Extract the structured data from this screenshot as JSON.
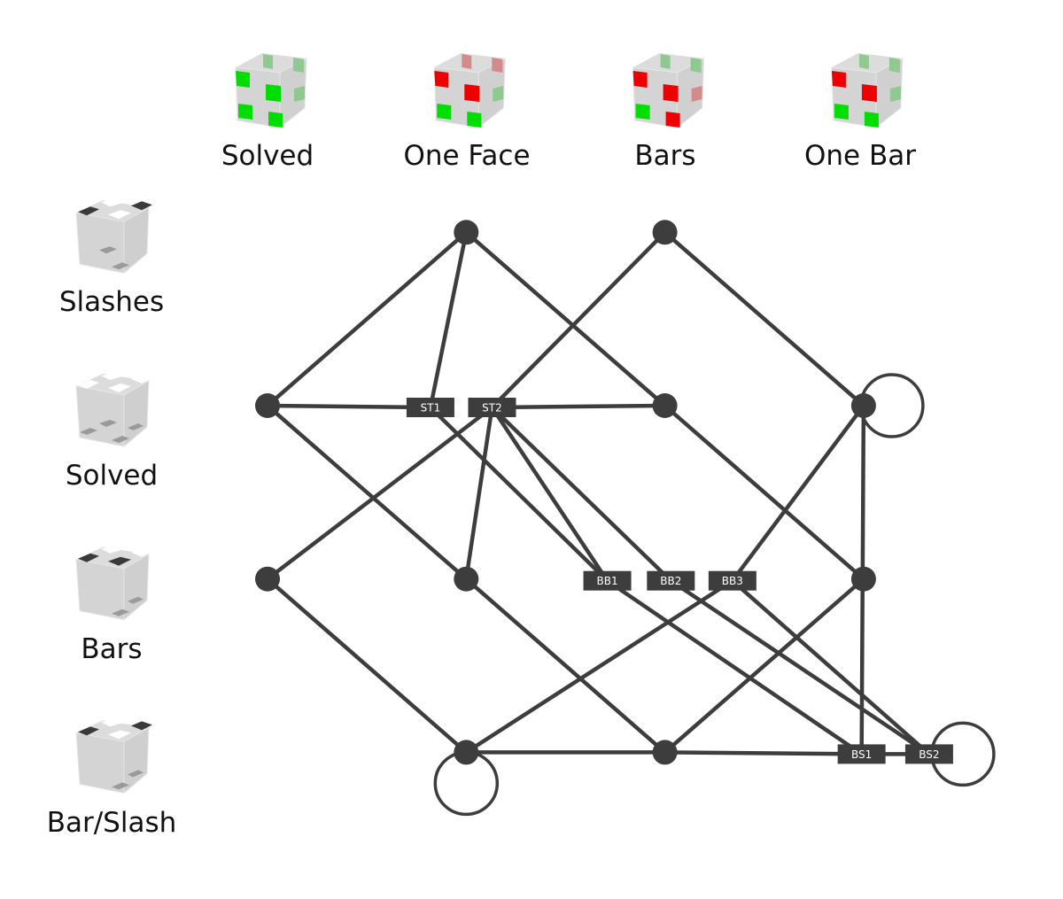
{
  "columns": [
    {
      "id": "c0",
      "label": "Solved",
      "stickers": {
        "front": [
          "green",
          "green",
          "green",
          "green"
        ],
        "side": [
          "ltgreen",
          "ltgreen",
          "ltgreen"
        ]
      }
    },
    {
      "id": "c1",
      "label": "One Face",
      "stickers": {
        "front": [
          "red",
          "red",
          "green",
          "green"
        ],
        "side": [
          "ltred",
          "ltred",
          "ltgreen"
        ]
      }
    },
    {
      "id": "c2",
      "label": "Bars",
      "stickers": {
        "front": [
          "red",
          "red",
          "green",
          "red"
        ],
        "side": [
          "ltgreen",
          "ltgreen",
          "ltred"
        ]
      }
    },
    {
      "id": "c3",
      "label": "One Bar",
      "stickers": {
        "front": [
          "red",
          "red",
          "green",
          "green"
        ],
        "side": [
          "ltgreen",
          "ltgreen",
          "ltgreen"
        ]
      }
    }
  ],
  "rows": [
    {
      "id": "r0",
      "label": "Slashes",
      "stickers": {
        "top": [
          "white",
          "dark",
          "dark",
          "white"
        ],
        "bottom": [
          "gray",
          "none",
          "gray"
        ]
      }
    },
    {
      "id": "r1",
      "label": "Solved",
      "stickers": {
        "top": [
          "white",
          "white",
          "white",
          "white"
        ],
        "bottom": [
          "gray",
          "gray",
          "gray",
          "gray"
        ]
      }
    },
    {
      "id": "r2",
      "label": "Bars",
      "stickers": {
        "top": [
          "white",
          "dark",
          "white",
          "dark"
        ],
        "bottom": [
          "none",
          "gray",
          "gray"
        ]
      }
    },
    {
      "id": "r3",
      "label": "Bar/Slash",
      "stickers": {
        "top": [
          "white",
          "dark",
          "dark",
          "white"
        ],
        "bottom": [
          "none",
          "gray",
          "gray"
        ]
      }
    }
  ],
  "sticker_colors": {
    "green": "#00dd00",
    "red": "#ee0000",
    "ltgreen": "#8fc98f",
    "ltred": "#d48a8a",
    "white": "#ffffff",
    "dark": "#3a3a3a",
    "gray": "#9a9a9a",
    "cube": "#d4d4d4"
  },
  "graph": {
    "color": "#3d3d3d",
    "nodes": [
      {
        "id": "n-c1-r0",
        "col": 1,
        "row": 0
      },
      {
        "id": "n-c2-r0",
        "col": 2,
        "row": 0
      },
      {
        "id": "n-c0-r1",
        "col": 0,
        "row": 1
      },
      {
        "id": "n-c2-r1",
        "col": 2,
        "row": 1
      },
      {
        "id": "n-c3-r1",
        "col": 3,
        "row": 1,
        "self_loop": "right"
      },
      {
        "id": "n-c0-r2",
        "col": 0,
        "row": 2
      },
      {
        "id": "n-c1-r2",
        "col": 1,
        "row": 2
      },
      {
        "id": "n-c3-r2",
        "col": 3,
        "row": 2
      },
      {
        "id": "n-c1-r3",
        "col": 1,
        "row": 3,
        "self_loop": "below"
      },
      {
        "id": "n-c2-r3",
        "col": 2,
        "row": 3
      }
    ],
    "labeled_nodes": [
      {
        "id": "ST1",
        "label": "ST1",
        "col": 0.82,
        "row": 1
      },
      {
        "id": "ST2",
        "label": "ST2",
        "col": 1.13,
        "row": 1
      },
      {
        "id": "BB1",
        "label": "BB1",
        "col": 1.71,
        "row": 2
      },
      {
        "id": "BB2",
        "label": "BB2",
        "col": 2.03,
        "row": 2
      },
      {
        "id": "BB3",
        "label": "BB3",
        "col": 2.34,
        "row": 2
      },
      {
        "id": "BS1",
        "label": "BS1",
        "col": 2.99,
        "row": 3
      },
      {
        "id": "BS2",
        "label": "BS2",
        "col": 3.33,
        "row": 3,
        "self_loop": "right"
      }
    ],
    "edges": [
      [
        "n-c1-r0",
        "n-c0-r1"
      ],
      [
        "n-c1-r0",
        "ST1"
      ],
      [
        "n-c1-r0",
        "n-c2-r1"
      ],
      [
        "n-c2-r0",
        "ST2"
      ],
      [
        "n-c2-r0",
        "n-c3-r1"
      ],
      [
        "n-c0-r1",
        "ST1"
      ],
      [
        "ST2",
        "n-c2-r1"
      ],
      [
        "n-c0-r1",
        "n-c1-r2"
      ],
      [
        "ST2",
        "n-c0-r2"
      ],
      [
        "ST2",
        "n-c1-r2"
      ],
      [
        "ST2",
        "BB1"
      ],
      [
        "ST2",
        "BB2"
      ],
      [
        "ST1",
        "BB1"
      ],
      [
        "n-c2-r1",
        "n-c3-r2"
      ],
      [
        "n-c3-r1",
        "BB3"
      ],
      [
        "n-c3-r1",
        "BS1"
      ],
      [
        "n-c0-r2",
        "n-c1-r3"
      ],
      [
        "n-c1-r2",
        "n-c2-r3"
      ],
      [
        "BB1",
        "BS1"
      ],
      [
        "BB2",
        "BS2"
      ],
      [
        "BB3",
        "BS2"
      ],
      [
        "BB3",
        "n-c1-r3"
      ],
      [
        "n-c3-r2",
        "n-c2-r3"
      ],
      [
        "n-c1-r3",
        "n-c2-r3"
      ],
      [
        "n-c2-r3",
        "BS1"
      ],
      [
        "BS1",
        "BS2"
      ]
    ]
  }
}
